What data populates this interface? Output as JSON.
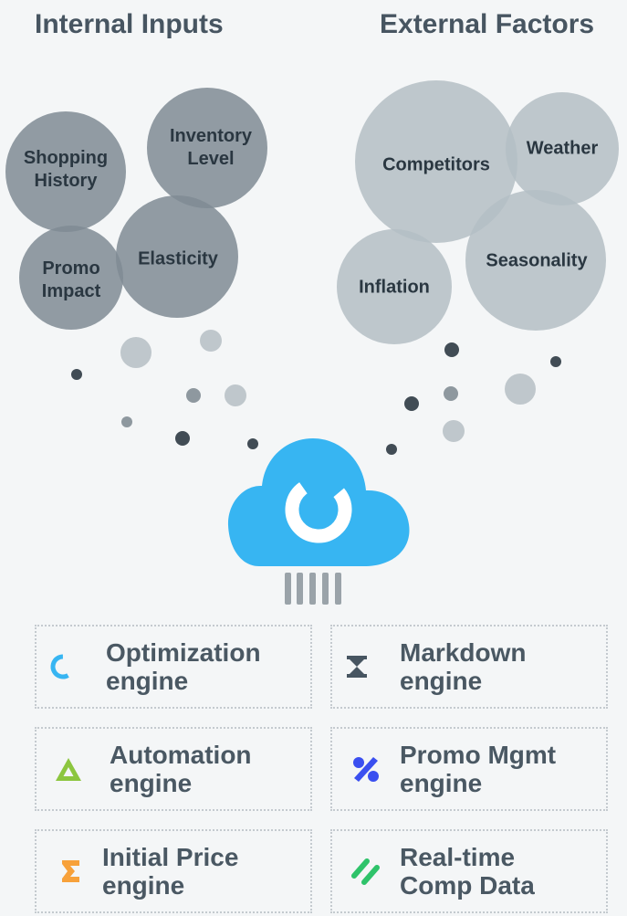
{
  "headings": {
    "internal": "Internal Inputs",
    "external": "External Factors"
  },
  "bubbles": {
    "shopping_history": "Shopping\nHistory",
    "inventory_level": "Inventory\nLevel",
    "elasticity": "Elasticity",
    "promo_impact": "Promo\nImpact",
    "competitors": "Competitors",
    "weather": "Weather",
    "seasonality": "Seasonality",
    "inflation": "Inflation"
  },
  "engines": {
    "optimization": "Optimization\nengine",
    "markdown": "Markdown\nengine",
    "automation": "Automation\nengine",
    "promo_mgmt": "Promo Mgmt\nengine",
    "initial_price": "Initial Price\nengine",
    "realtime_comp": "Real-time\nComp Data"
  },
  "colors": {
    "internal_bubble": "#7f8b94",
    "external_bubble": "#b4bec4",
    "cloud": "#37b5f2",
    "optimization_icon": "#37b5f2",
    "markdown_icon": "#475561",
    "automation_icon": "#8cc63f",
    "promo_icon": "#3a4ff0",
    "initial_price_icon": "#f7a13a",
    "realtime_icon": "#2ec36a"
  },
  "icons": {
    "optimization": "circular-arrow-icon",
    "markdown": "hourglass-icon",
    "automation": "triangle-icon",
    "promo_mgmt": "percent-icon",
    "initial_price": "sigma-icon",
    "realtime_comp": "double-slash-icon",
    "cloud": "cloud-icon"
  }
}
